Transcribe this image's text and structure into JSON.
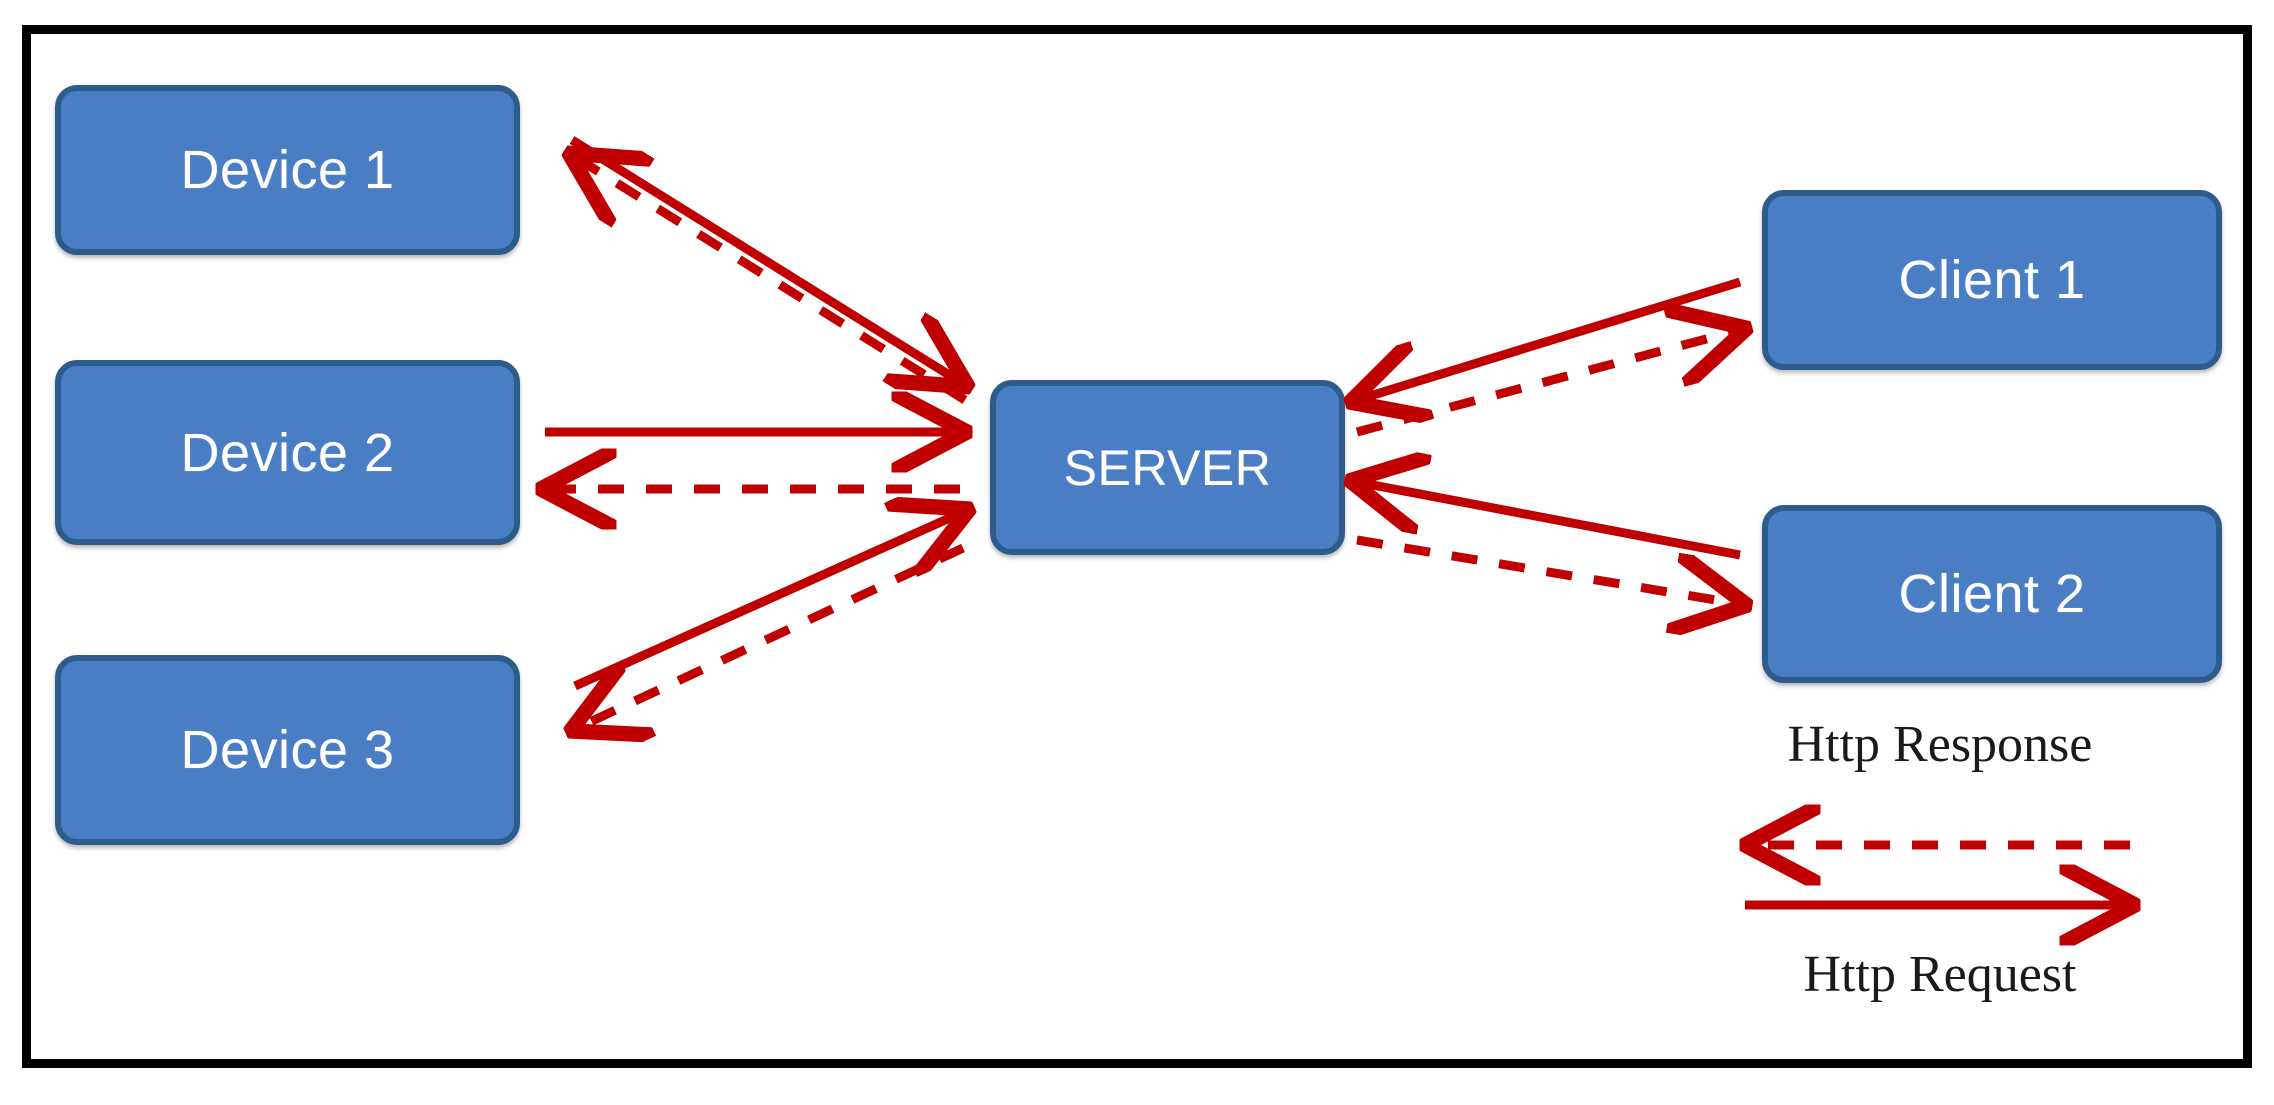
{
  "diagram": {
    "title": "Http Request / Http Response flow between Devices, Server and Clients",
    "frame_border_color": "#000000",
    "background": "#ffffff"
  },
  "colors": {
    "node_fill": "#4a7ec4",
    "node_border": "#2c5c8c",
    "node_text": "#ffffff",
    "arrow": "#c00000",
    "label_text": "#1a1a1a"
  },
  "nodes": {
    "devices": [
      {
        "id": "device-1",
        "label": "Device 1"
      },
      {
        "id": "device-2",
        "label": "Device 2"
      },
      {
        "id": "device-3",
        "label": "Device 3"
      }
    ],
    "server": {
      "id": "server",
      "label": "SERVER"
    },
    "clients": [
      {
        "id": "client-1",
        "label": "Client 1"
      },
      {
        "id": "client-2",
        "label": "Client 2"
      }
    ]
  },
  "legend": {
    "response_label": "Http Response",
    "request_label": "Http Request",
    "response_style": "dashed",
    "request_style": "solid"
  },
  "connections": [
    {
      "from": "device-1",
      "to": "server",
      "style": "solid",
      "meaning": "Http Request"
    },
    {
      "from": "server",
      "to": "device-1",
      "style": "dashed",
      "meaning": "Http Response"
    },
    {
      "from": "device-2",
      "to": "server",
      "style": "solid",
      "meaning": "Http Request"
    },
    {
      "from": "server",
      "to": "device-2",
      "style": "dashed",
      "meaning": "Http Response"
    },
    {
      "from": "device-3",
      "to": "server",
      "style": "solid",
      "meaning": "Http Request"
    },
    {
      "from": "server",
      "to": "device-3",
      "style": "dashed",
      "meaning": "Http Response"
    },
    {
      "from": "client-1",
      "to": "server",
      "style": "solid",
      "meaning": "Http Request"
    },
    {
      "from": "server",
      "to": "client-1",
      "style": "dashed",
      "meaning": "Http Response"
    },
    {
      "from": "client-2",
      "to": "server",
      "style": "solid",
      "meaning": "Http Request"
    },
    {
      "from": "server",
      "to": "client-2",
      "style": "dashed",
      "meaning": "Http Response"
    }
  ]
}
